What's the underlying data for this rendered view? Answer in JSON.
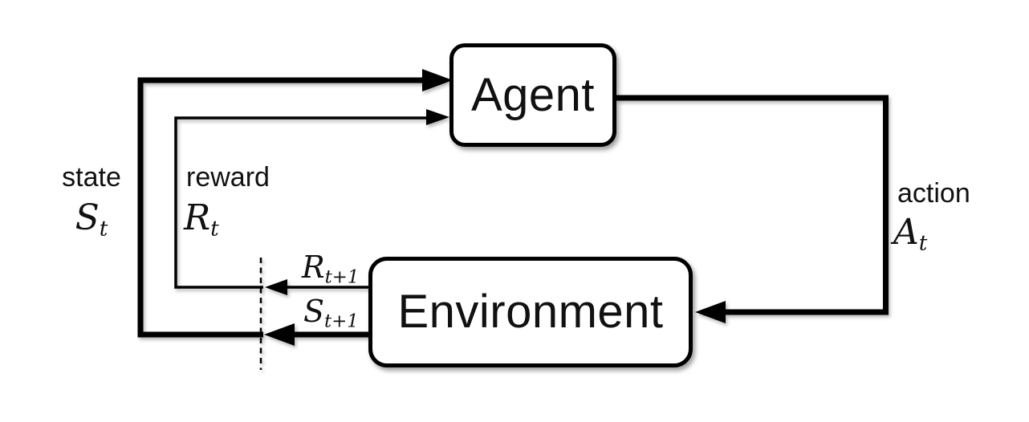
{
  "diagram": {
    "agent_box": {
      "label": "Agent"
    },
    "environment_box": {
      "label": "Environment"
    },
    "state_label": {
      "word": "state",
      "symbol": "S",
      "subscript": "t"
    },
    "reward_label": {
      "word": "reward",
      "symbol": "R",
      "subscript": "t"
    },
    "action_label": {
      "word": "action",
      "symbol": "A",
      "subscript": "t"
    },
    "next_reward_label": {
      "symbol": "R",
      "subscript": "t+1"
    },
    "next_state_label": {
      "symbol": "S",
      "subscript": "t+1"
    },
    "colors": {
      "line": "#000000",
      "box_border": "#000000",
      "box_fill": "#ffffff",
      "background": "#ffffff"
    }
  }
}
